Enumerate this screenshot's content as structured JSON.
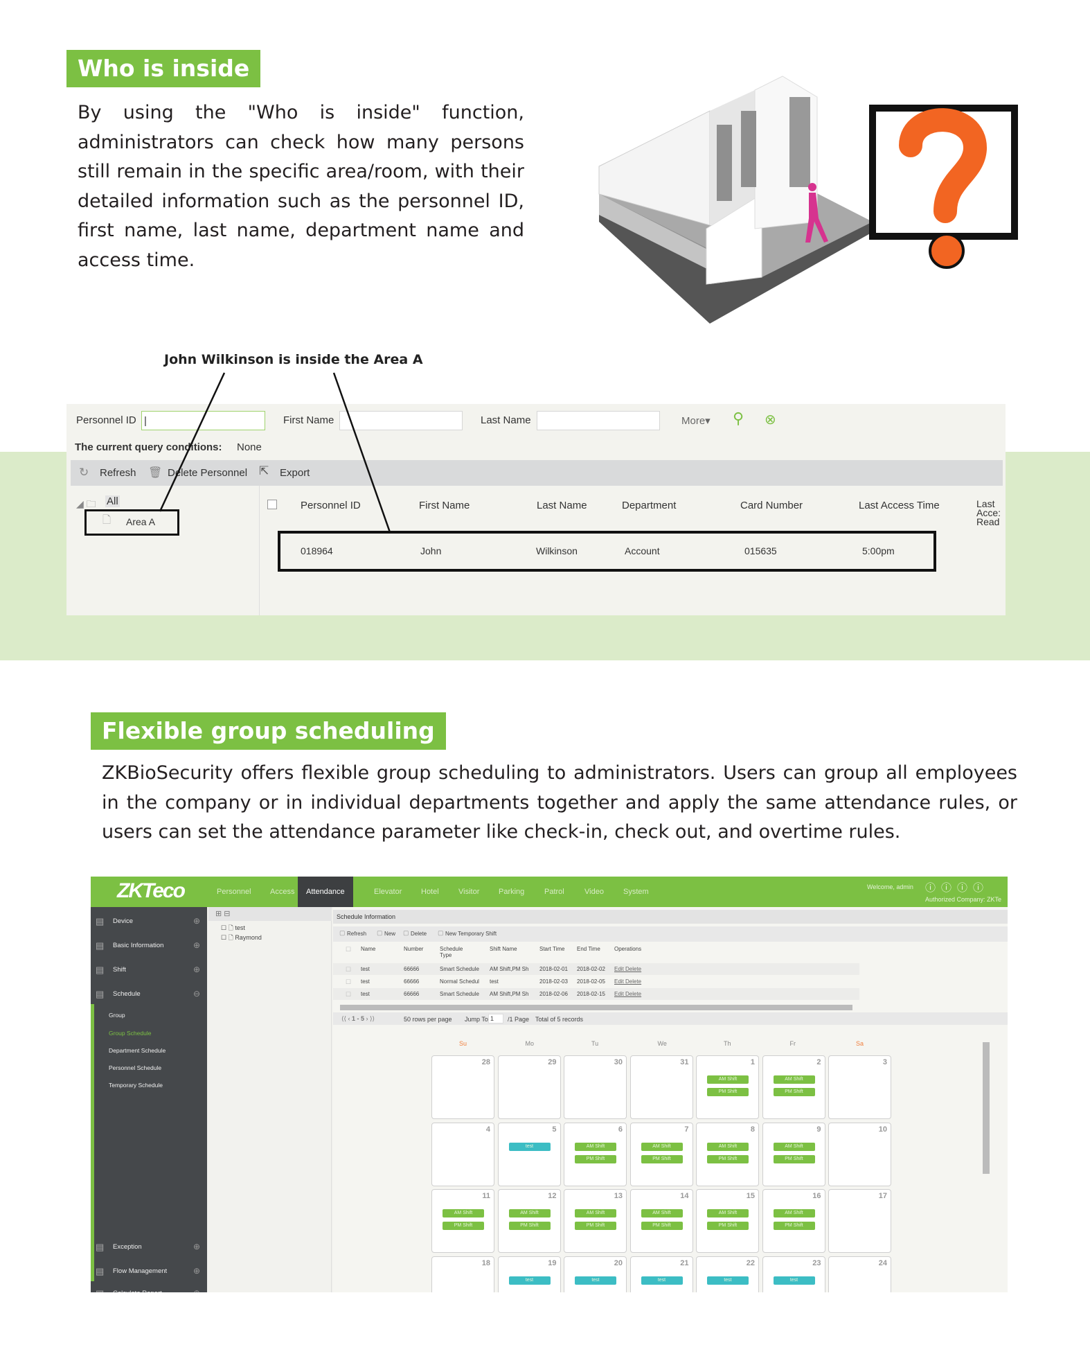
{
  "section1": {
    "heading": "Who is inside",
    "paragraph": "By using the \"Who is inside\" function, administrators can check how many persons still remain in the specific area/room, with their detailed information such as the personnel ID, first name, last name, department name and access time.",
    "caption": "John Wilkinson is inside the Area A"
  },
  "ui1": {
    "search": {
      "personnel_id_label": "Personnel ID",
      "personnel_id_value": "|",
      "first_name_label": "First Name",
      "last_name_label": "Last Name",
      "more": "More▾"
    },
    "query_label": "The current query conditions:",
    "query_value": "None",
    "toolbar": {
      "refresh": "Refresh",
      "delete": "Delete Personnel",
      "export": "Export"
    },
    "tree": {
      "root": "All",
      "child": "Area A"
    },
    "columns": [
      "Personnel ID",
      "First Name",
      "Last Name",
      "Department",
      "Card Number",
      "Last Access Time",
      "Last Acce: Read"
    ],
    "row": [
      "018964",
      "John",
      "Wilkinson",
      "Account",
      "015635",
      "5:00pm"
    ]
  },
  "section2": {
    "heading": "Flexible group scheduling",
    "paragraph": "ZKBioSecurity offers flexible group scheduling to administrators. Users can group all employees in the company or in individual departments together and apply the same attendance rules, or users can set the attendance parameter like check-in, check out, and overtime rules."
  },
  "ui2": {
    "logo": "ZKTeco",
    "nav": [
      "Personnel",
      "Access",
      "Attendance",
      "Elevator",
      "Hotel",
      "Visitor",
      "Parking",
      "Patrol",
      "Video",
      "System"
    ],
    "active_nav": "Attendance",
    "welcome": "Welcome, admin",
    "company": "Authorized Company: ZKTe",
    "sidebar": [
      "Device",
      "Basic Information",
      "Shift",
      "Schedule"
    ],
    "submenu": [
      "Group",
      "Group Schedule",
      "Department Schedule",
      "Personnel Schedule",
      "Temporary Schedule"
    ],
    "active_sub": "Group Schedule",
    "sidebar_bottom": [
      "Exception",
      "Flow Management",
      "Calculate Report"
    ],
    "groups": [
      "test",
      "Raymond"
    ],
    "panel_title": "Schedule Information",
    "toolbar": [
      "Refresh",
      "New",
      "Delete",
      "New Temporary Shift"
    ],
    "columns": [
      "Name",
      "Number",
      "Schedule Type",
      "Shift Name",
      "Start Time",
      "End Time",
      "Operations"
    ],
    "rows": [
      [
        "test",
        "66666",
        "Smart Schedule",
        "AM Shift,PM Sh",
        "2018-02-01",
        "2018-02-02",
        "Edit Delete"
      ],
      [
        "test",
        "66666",
        "Normal Schedul",
        "test",
        "2018-02-03",
        "2018-02-05",
        "Edit Delete"
      ],
      [
        "test",
        "66666",
        "Smart Schedule",
        "AM Shift,PM Sh",
        "2018-02-06",
        "2018-02-15",
        "Edit Delete"
      ]
    ],
    "pagination": {
      "range": "1 - 5",
      "per_page": "50 rows per page",
      "jump": "Jump To",
      "page": "1",
      "page_suffix": "/1 Page",
      "total": "Total of 5 records"
    },
    "weekdays": [
      "Su",
      "Mo",
      "Tu",
      "We",
      "Th",
      "Fr",
      "Sa"
    ],
    "calendar": [
      [
        {
          "d": "28"
        },
        {
          "d": "29"
        },
        {
          "d": "30"
        },
        {
          "d": "31"
        },
        {
          "d": "1",
          "s": [
            "AM Shift",
            "PM Shift"
          ]
        },
        {
          "d": "2",
          "s": [
            "AM Shift",
            "PM Shift"
          ]
        },
        {
          "d": "3"
        }
      ],
      [
        {
          "d": "4"
        },
        {
          "d": "5",
          "t": "test"
        },
        {
          "d": "6",
          "s": [
            "AM Shift",
            "PM Shift"
          ]
        },
        {
          "d": "7",
          "s": [
            "AM Shift",
            "PM Shift"
          ]
        },
        {
          "d": "8",
          "s": [
            "AM Shift",
            "PM Shift"
          ]
        },
        {
          "d": "9",
          "s": [
            "AM Shift",
            "PM Shift"
          ]
        },
        {
          "d": "10"
        }
      ],
      [
        {
          "d": "11",
          "s": [
            "AM Shift",
            "PM Shift"
          ]
        },
        {
          "d": "12",
          "s": [
            "AM Shift",
            "PM Shift"
          ]
        },
        {
          "d": "13",
          "s": [
            "AM Shift",
            "PM Shift"
          ]
        },
        {
          "d": "14",
          "s": [
            "AM Shift",
            "PM Shift"
          ]
        },
        {
          "d": "15",
          "s": [
            "AM Shift",
            "PM Shift"
          ]
        },
        {
          "d": "16",
          "s": [
            "AM Shift",
            "PM Shift"
          ]
        },
        {
          "d": "17"
        }
      ],
      [
        {
          "d": "18"
        },
        {
          "d": "19",
          "t": "test"
        },
        {
          "d": "20",
          "t": "test"
        },
        {
          "d": "21",
          "t": "test"
        },
        {
          "d": "22",
          "t": "test"
        },
        {
          "d": "23",
          "t": "test"
        },
        {
          "d": "24"
        }
      ]
    ]
  },
  "colors": {
    "green": "#7cc043",
    "band": "#dbebc9",
    "orange": "#f26522",
    "magenta": "#d6338f",
    "teal": "#3cbdc4"
  }
}
